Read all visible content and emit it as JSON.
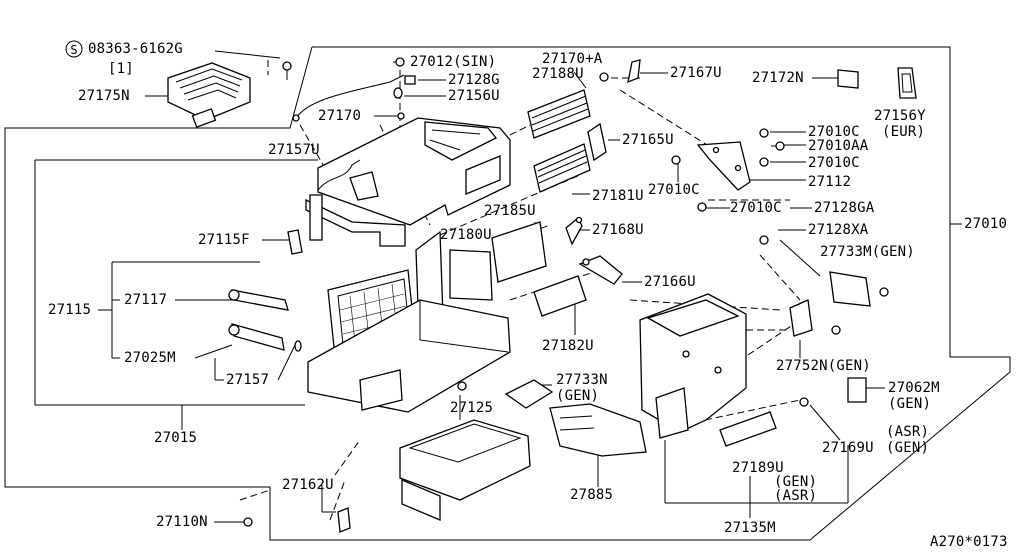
{
  "diagram": {
    "symbol_s": "S",
    "labels": {
      "l08363": "08363-6162G",
      "l08363qty": "[1]",
      "l27175N": "27175N",
      "l27012SIN": "27012(SIN)",
      "l27170A": "27170+A",
      "l27128G": "27128G",
      "l27188U": "27188U",
      "l27156U": "27156U",
      "l27167U": "27167U",
      "l27172N": "27172N",
      "l27156Y": "27156Y",
      "l27156Y_eur": "(EUR)",
      "l27170": "27170",
      "l27157U": "27157U",
      "l27165U": "27165U",
      "l27010C_a": "27010C",
      "l27010AA": "27010AA",
      "l27010C_b": "27010C",
      "l27010C_c": "27010C",
      "l27112": "27112",
      "l27181U": "27181U",
      "l27010C_d": "27010C",
      "l27128GA": "27128GA",
      "l27010": "27010",
      "l27185U": "27185U",
      "l27168U": "27168U",
      "l27128XA": "27128XA",
      "l27115F": "27115F",
      "l27180U": "27180U",
      "l27733M": "27733M(GEN)",
      "l27166U": "27166U",
      "l27115": "27115",
      "l27117": "27117",
      "l27182U": "27182U",
      "l27752N": "27752N(GEN)",
      "l27025M": "27025M",
      "l27157": "27157",
      "l27733N": "27733N",
      "l27733N_gen": "(GEN)",
      "l27062M": "27062M",
      "l27062M_gen": "(GEN)",
      "l27125": "27125",
      "l27015": "27015",
      "l27189U": "27189U",
      "l27169U": "27169U",
      "l27169U_asr": "(ASR)",
      "l27169U_gen": "(GEN)",
      "l27189U_gen": "(GEN)",
      "l27189U_asr": "(ASR)",
      "l27162U": "27162U",
      "l27885": "27885",
      "l27110N": "27110N",
      "l27135M": "27135M",
      "ref_code": "A270*0173"
    }
  }
}
